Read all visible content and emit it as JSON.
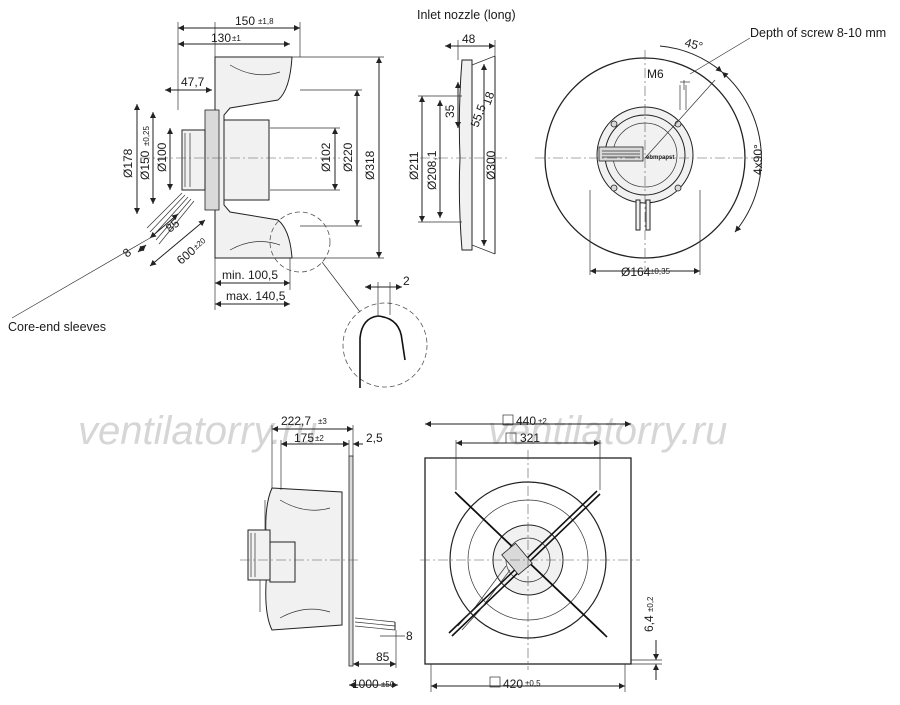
{
  "labels": {
    "inlet_nozzle": "Inlet nozzle (long)",
    "depth_of_screw": "Depth of screw 8-10 mm",
    "core_end_sleeves": "Core-end sleeves"
  },
  "watermark": {
    "left": "ventilatorry.ru",
    "right": "ventilatorry.ru"
  },
  "side_view": {
    "w150": "150",
    "w150_tol": "±1,8",
    "w130": "130",
    "w130_tol": "±1",
    "w47": "47,7",
    "d178": "Ø178",
    "d150": "Ø150",
    "d150_tol": "±0,25",
    "d100": "Ø100",
    "d102": "Ø102",
    "d220": "Ø220",
    "d318": "Ø318",
    "c85": "85",
    "c8": "8",
    "c600": "600",
    "c600_tol": "±20",
    "min": "min. 100,5",
    "max": "max. 140,5",
    "detail_gap": "2"
  },
  "nozzle_view": {
    "w48": "48",
    "v35": "35",
    "v555": "55,5",
    "v18": "18",
    "d211": "Ø211",
    "d2081": "Ø208,1",
    "d300": "Ø300"
  },
  "front_view": {
    "angle45": "45°",
    "m6": "M6",
    "angle4x90": "4x90°",
    "d164": "Ø164",
    "d164_tol": "±0,35",
    "brand": "ebmpapst"
  },
  "plate_side": {
    "w2227": "222,7",
    "w2227_tol": "±3",
    "w175": "175",
    "w175_tol": "±2",
    "w25": "2,5",
    "c8": "8",
    "c85": "85",
    "c1000": "1000",
    "c1000_tol": "±50"
  },
  "plate_front": {
    "sq440": "440",
    "sq440_tol": "±2",
    "sq321": "321",
    "sq420": "420",
    "sq420_tol": "±0,5",
    "h64": "6,4",
    "h64_tol": "±0,2"
  }
}
